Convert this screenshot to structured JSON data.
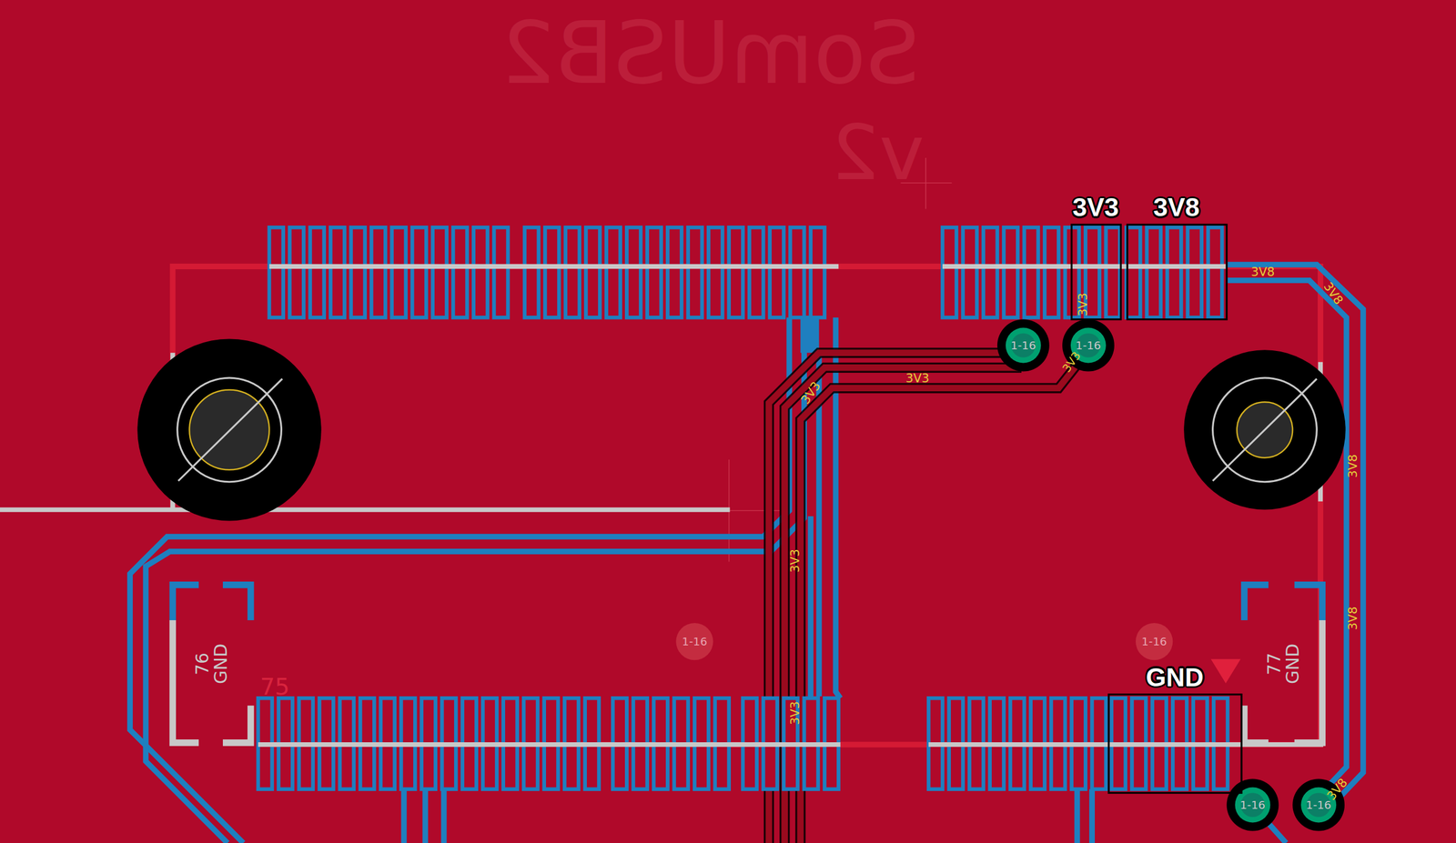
{
  "diagram": {
    "nodes": [
      {
        "text": [
          "3V3"
        ]
      },
      {
        "text": [
          "3V8"
        ]
      },
      {
        "text": [
          "GND"
        ]
      }
    ],
    "labels": [
      "SomUSB2",
      "v2",
      "3V3",
      "1-16",
      "1-16",
      "3V3",
      "3V3",
      "3V3",
      "3V8",
      "3V8",
      "3V8",
      "3V3",
      "3V8",
      "1-16",
      "1-16",
      "76",
      "GND",
      "75",
      "77",
      "GND",
      "3V3",
      "1-16",
      "1-16",
      "3V8"
    ]
  }
}
